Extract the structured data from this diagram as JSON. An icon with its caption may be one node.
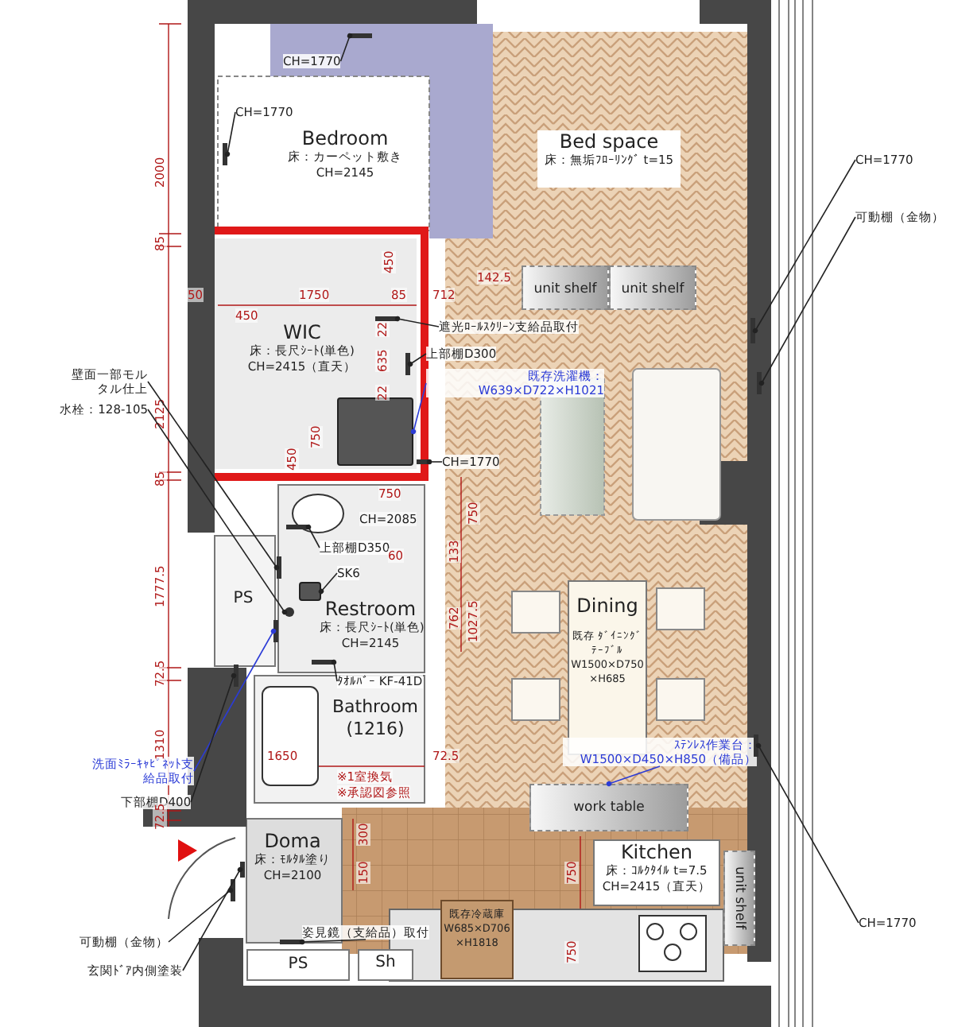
{
  "diagram": {
    "nodes": [
      {
        "text": [
          "Bedroom",
          "床：カーペット敷き",
          "CH=2145"
        ]
      },
      {
        "text": [
          "Bed space",
          "床：無垢ﾌﾛｰﾘﾝｸﾞ t=15"
        ]
      },
      {
        "text": [
          "unit shelf"
        ]
      },
      {
        "text": [
          "unit shelf"
        ]
      },
      {
        "text": [
          "WIC",
          "床：長尺ｼｰﾄ(単色)",
          "CH=2415（直天）"
        ]
      },
      {
        "text": [
          "Restroom",
          "床：長尺ｼｰﾄ(単色)",
          "CH=2145"
        ]
      },
      {
        "text": [
          "PS"
        ]
      },
      {
        "text": [
          "Bathroom (1216)"
        ]
      },
      {
        "text": [
          "Dining",
          "既存 ﾀﾞｲﾆﾝｸﾞﾃｰﾌﾞﾙ W1500×D750 ×H685"
        ]
      },
      {
        "text": [
          "work table"
        ]
      },
      {
        "text": [
          "Doma",
          "床：ﾓﾙﾀﾙ塗り",
          "CH=2100"
        ]
      },
      {
        "text": [
          "Kitchen",
          "床：ｺﾙｸﾀｲﾙ t=7.5",
          "CH=2415（直天）"
        ]
      },
      {
        "text": [
          "unit shelf"
        ]
      },
      {
        "text": [
          "PS"
        ]
      },
      {
        "text": [
          "Sh"
        ]
      },
      {
        "text": [
          "既存冷蔵庫 W685×D706 ×H1818"
        ]
      },
      {
        "text": [
          "CH=1770"
        ]
      },
      {
        "text": [
          "CH=1770"
        ]
      },
      {
        "text": [
          "遮光ﾛｰﾙｽｸﾘｰﾝ支給品取付"
        ]
      },
      {
        "text": [
          "上部棚D300"
        ]
      },
      {
        "text": [
          "既存洗濯機： W639×D722×H1021"
        ]
      },
      {
        "text": [
          "CH=1770"
        ]
      },
      {
        "text": [
          "CH=1770"
        ]
      },
      {
        "text": [
          "可動棚（金物）"
        ]
      },
      {
        "text": [
          "壁面一部モルタル仕上"
        ]
      },
      {
        "text": [
          "水栓：128-105"
        ]
      },
      {
        "text": [
          "上部棚D350"
        ]
      },
      {
        "text": [
          "SK6"
        ]
      },
      {
        "text": [
          "ﾀｵﾙﾊﾞｰ KF-41D"
        ]
      },
      {
        "text": [
          "洗面ﾐﾗｰｷｬﾋﾞﾈｯﾄ支給品取付"
        ]
      },
      {
        "text": [
          "下部棚D400"
        ]
      },
      {
        "text": [
          "ｽﾃﾝﾚｽ作業台：W1500×D450×H850（備品）"
        ]
      },
      {
        "text": [
          "姿見鏡（支給品）取付"
        ]
      },
      {
        "text": [
          "可動棚（金物）"
        ]
      },
      {
        "text": [
          "玄関ﾄﾞｱ内側塗装"
        ]
      },
      {
        "text": [
          "CH=1770"
        ]
      },
      {
        "text": [],
        "shape": "bar"
      },
      {
        "text": [],
        "shape": "bar"
      },
      {
        "text": [],
        "shape": "bar"
      },
      {
        "text": [],
        "shape": "bar"
      },
      {
        "text": [],
        "shape": "box"
      },
      {
        "text": [],
        "shape": "bar"
      },
      {
        "text": [],
        "shape": "bar"
      },
      {
        "text": [],
        "shape": "bar"
      },
      {
        "text": [],
        "shape": "bar"
      },
      {
        "text": [],
        "shape": "circle"
      },
      {
        "text": [],
        "shape": "bar"
      },
      {
        "text": [],
        "shape": "box"
      },
      {
        "text": [],
        "shape": "bar"
      },
      {
        "text": [],
        "shape": "bar"
      },
      {
        "text": [],
        "shape": "bar"
      },
      {
        "text": [],
        "shape": "bar"
      },
      {
        "text": [],
        "shape": "bar"
      },
      {
        "text": [],
        "shape": "bar"
      },
      {
        "text": [],
        "shape": "bar"
      }
    ],
    "edges": [
      {
        "from": 16,
        "to": 36,
        "arrow": "other"
      },
      {
        "from": 17,
        "to": 37,
        "arrow": "other"
      },
      {
        "from": 18,
        "to": 38,
        "arrow": "other"
      },
      {
        "from": 19,
        "to": 39,
        "arrow": "other"
      },
      {
        "from": 20,
        "to": 40,
        "arrow": "other",
        "color": "#2b3bd6"
      },
      {
        "from": 21,
        "to": 41,
        "arrow": "other"
      },
      {
        "from": 22,
        "to": 42,
        "arrow": "other"
      },
      {
        "from": 23,
        "to": 43,
        "arrow": "other"
      },
      {
        "from": 24,
        "to": 44,
        "arrow": "other"
      },
      {
        "from": 25,
        "to": 45,
        "arrow": "other"
      },
      {
        "from": 26,
        "to": 46,
        "arrow": "other"
      },
      {
        "from": 27,
        "to": 47,
        "arrow": "other"
      },
      {
        "from": 28,
        "to": 48,
        "arrow": "other"
      },
      {
        "from": 29,
        "to": 49,
        "arrow": "other",
        "color": "#2b3bd6"
      },
      {
        "from": 30,
        "to": 50,
        "arrow": "other"
      },
      {
        "from": 31,
        "to": 9,
        "arrow": "other",
        "color": "#2b3bd6"
      },
      {
        "from": 32,
        "to": 51,
        "arrow": "other"
      },
      {
        "from": 33,
        "to": 52,
        "arrow": "other"
      },
      {
        "from": 34,
        "to": 53,
        "arrow": "other"
      },
      {
        "from": 35,
        "to": 54,
        "arrow": "other"
      }
    ],
    "labels": [
      "2000",
      "85",
      "2125",
      "85",
      "1777.5",
      "72.5",
      "1310",
      "72.5",
      "50",
      "1750",
      "85",
      "712",
      "142.5",
      "450",
      "450",
      "22",
      "635",
      "22",
      "750",
      "450",
      "750",
      "CH=2085",
      "60",
      "750",
      "133",
      "762",
      "1027.5",
      "1650",
      "72.5",
      "※1室換気",
      "※承認図参照",
      "300",
      "150",
      "750",
      "750"
    ]
  }
}
